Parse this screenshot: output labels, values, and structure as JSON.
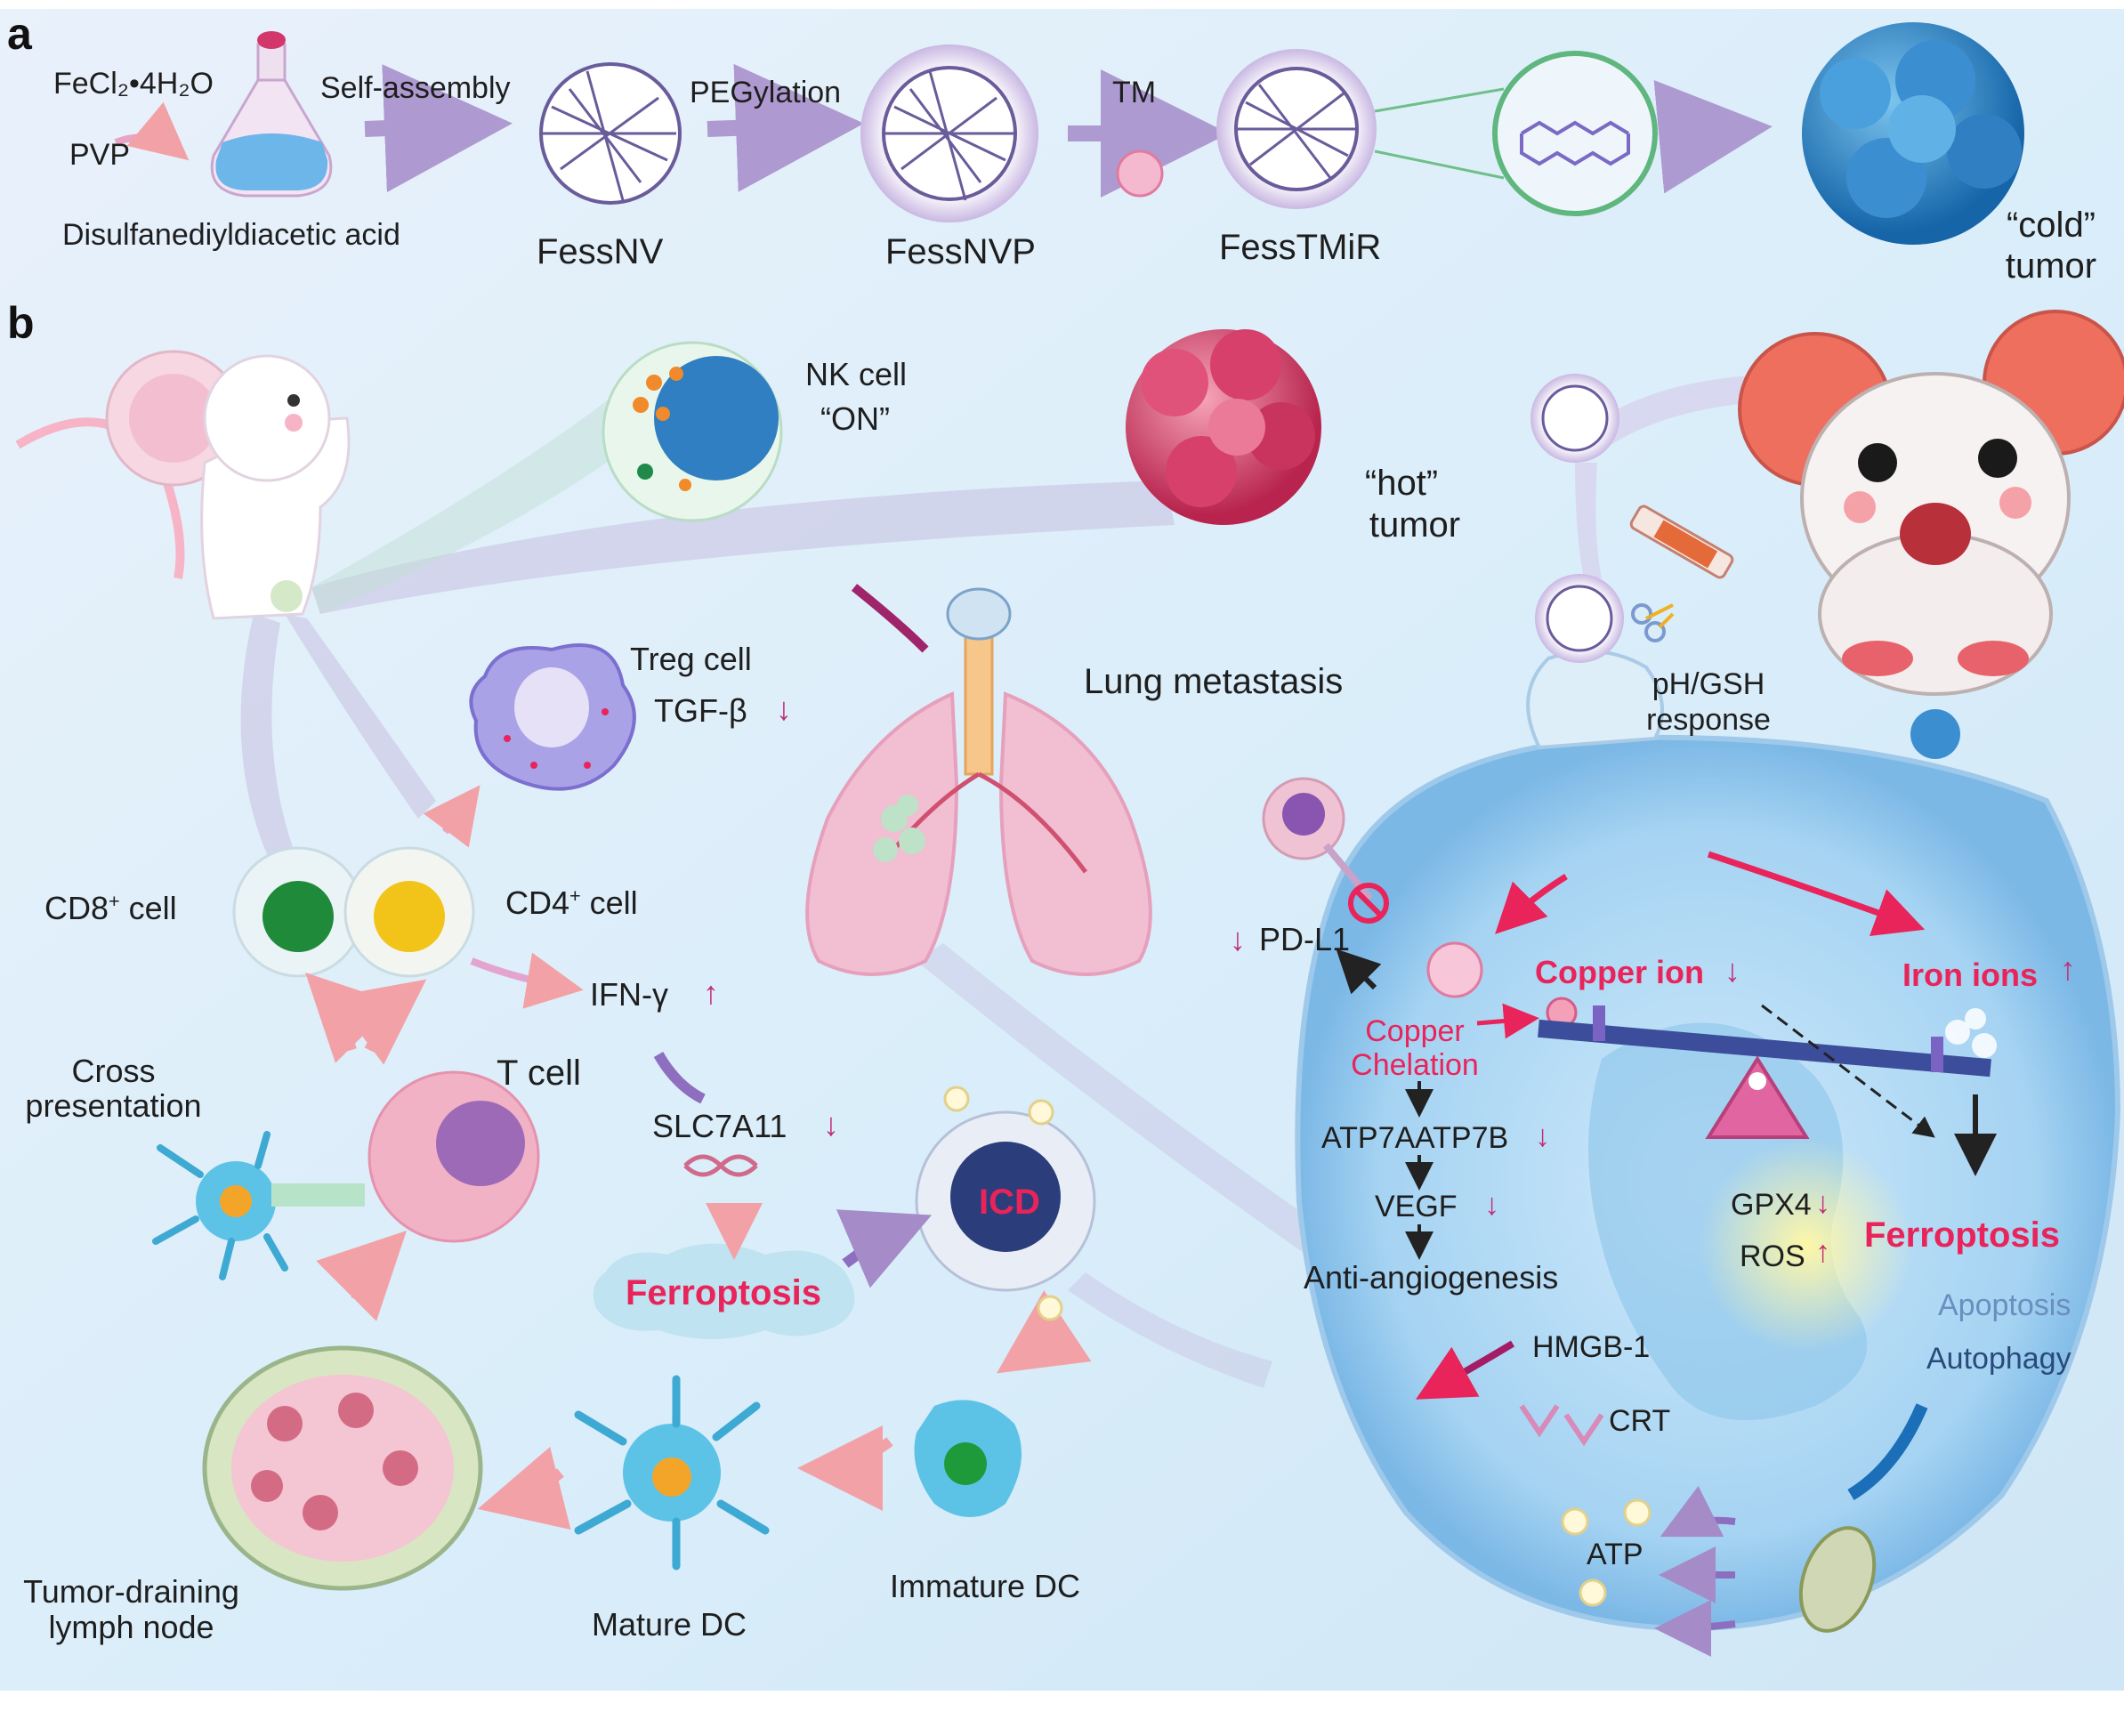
{
  "panel_a": {
    "label": "a",
    "reagent_1": "FeCl₂•4H₂O",
    "reagent_2": "PVP",
    "reagent_3": "Disulfanediyldiacetic acid",
    "step_1": "Self-assembly",
    "step_2": "PEGylation",
    "step_3": "TM",
    "product_1": "FessNV",
    "product_2": "FessNVP",
    "product_3": "FessTMiR",
    "cold_tumor_line1": "“cold”",
    "cold_tumor_line2": "tumor"
  },
  "panel_b": {
    "label": "b",
    "nk_cell": "NK cell",
    "nk_on": "“ON”",
    "hot_tumor_line1": "“hot”",
    "hot_tumor_line2": "tumor",
    "treg_cell": "Treg cell",
    "tgf_beta": "TGF-β",
    "lung_metastasis": "Lung metastasis",
    "ph_gsh_line1": "pH/GSH",
    "ph_gsh_line2": "response",
    "cd8_prefix": "CD8",
    "cd8_sup": "+",
    "cd8_suffix": " cell",
    "cd4_prefix": "CD4",
    "cd4_sup": "+",
    "cd4_suffix": " cell",
    "ifn_gamma": "IFN-γ",
    "pd_l1": "PD-L1",
    "copper_ion": "Copper ion",
    "iron_ions": "Iron ions",
    "copper_chelation_line1": "Copper",
    "copper_chelation_line2": "Chelation",
    "cross_presentation_line1": "Cross",
    "cross_presentation_line2": "presentation",
    "t_cell": "T cell",
    "slc7a11": "SLC7A11",
    "atp7a": "ATP7A",
    "atp7b": "ATP7B",
    "vegf": "VEGF",
    "anti_angiogenesis": "Anti-angiogenesis",
    "gpx4": "GPX4",
    "ros": "ROS",
    "ferroptosis_cell": "Ferroptosis",
    "ferroptosis_main": "Ferroptosis",
    "icd": "ICD",
    "apoptosis": "Apoptosis",
    "autophagy": "Autophagy",
    "hmgb1": "HMGB-1",
    "crt": "CRT",
    "atp": "ATP",
    "immature_dc": "Immature DC",
    "mature_dc": "Mature DC",
    "lymph_node_line1": "Tumor-draining",
    "lymph_node_line2": "lymph node"
  },
  "arrows": {
    "down": "↓",
    "up": "↑"
  }
}
